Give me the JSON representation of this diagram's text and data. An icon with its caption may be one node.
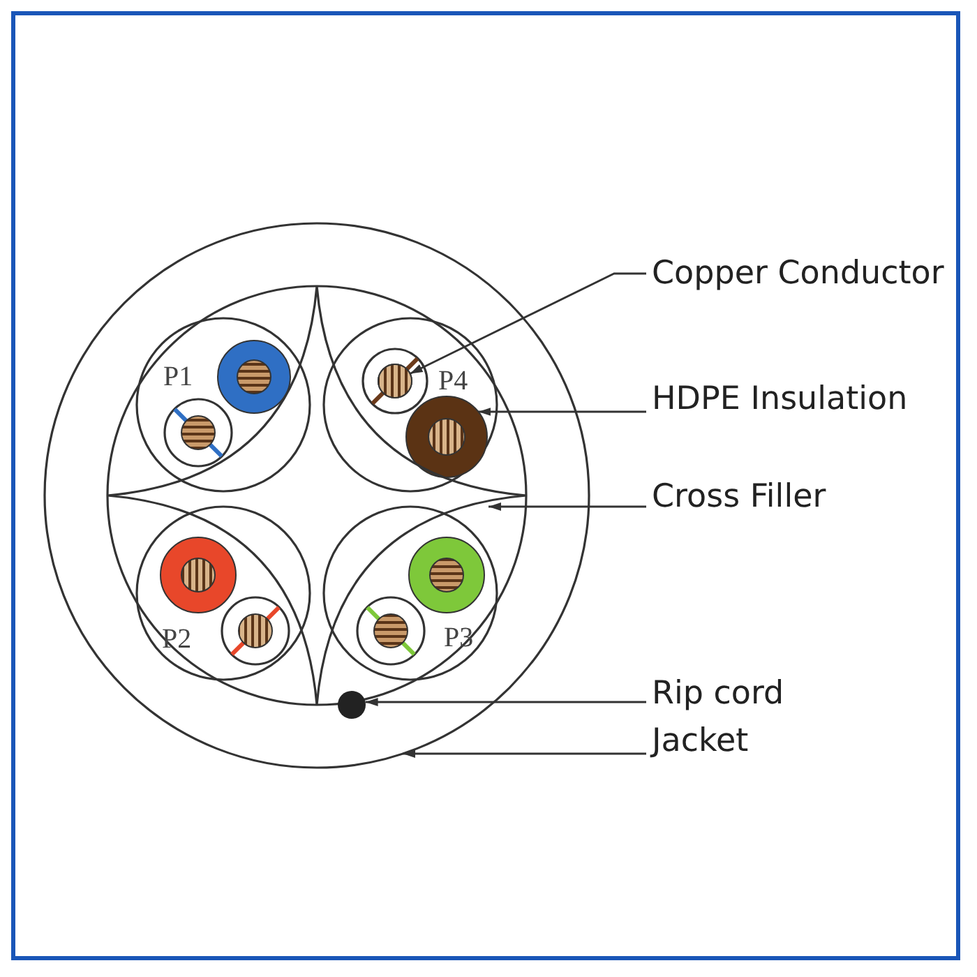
{
  "diagram": {
    "nodes": [
      {
        "text": [
          "Copper Conductor"
        ]
      },
      {
        "text": [],
        "shape": "circle",
        "in": 9
      },
      {
        "text": [
          "HDPE Insulation"
        ]
      },
      {
        "text": [],
        "shape": "circle",
        "in": 9
      },
      {
        "text": [
          "Cross Filler"
        ]
      },
      {
        "text": [],
        "shape": "cross",
        "in": 9
      },
      {
        "text": [
          "Rip cord"
        ]
      },
      {
        "text": [],
        "shape": "circle",
        "in": 9
      },
      {
        "text": [
          "Jacket"
        ]
      },
      {
        "text": [],
        "shape": "circle"
      }
    ],
    "edges": [
      {
        "from": 0,
        "to": 1,
        "arrow": "to"
      },
      {
        "from": 2,
        "to": 3,
        "arrow": "to"
      },
      {
        "from": 4,
        "to": 5,
        "arrow": "to"
      },
      {
        "from": 6,
        "to": 7,
        "arrow": "to"
      },
      {
        "from": 8,
        "to": 9,
        "arrow": "to"
      }
    ],
    "labels": [
      "P1",
      "P4",
      "P2",
      "P3"
    ]
  }
}
